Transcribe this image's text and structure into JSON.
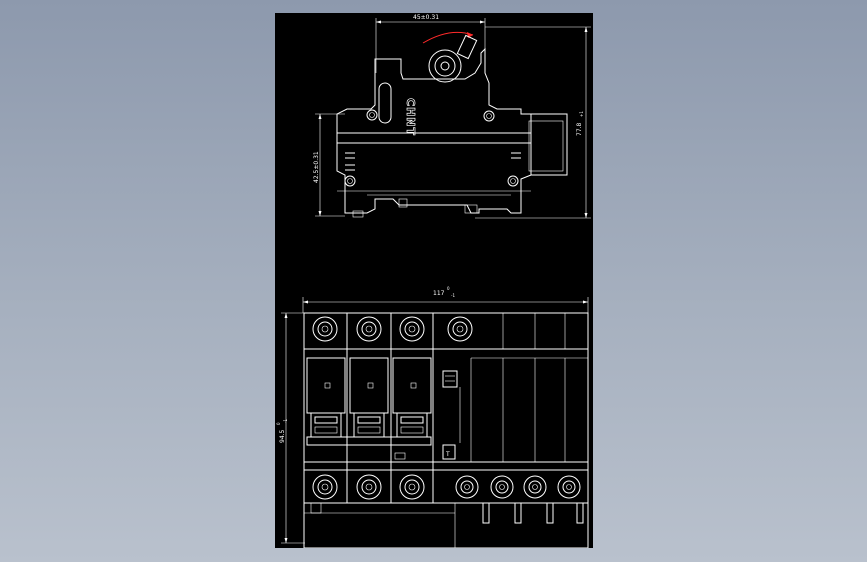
{
  "colors": {
    "viewport_background": "#9aa5b7",
    "sheet": "#000000",
    "lines": "#ffffff",
    "handle_arc": "#ff2a2a"
  },
  "side_view": {
    "brand": "CHNT",
    "dim_top_width": "45±0.31",
    "dim_left_height": "42.5±0.31",
    "dim_right_height": "77.8",
    "dim_right_height_tol": "+1"
  },
  "front_view": {
    "dim_width": "117",
    "dim_width_tol_upper": "0",
    "dim_width_tol_lower": "-1",
    "dim_height": "94.5",
    "dim_height_tol_upper": "0",
    "dim_height_tol_lower": "-1",
    "test_button_label": "T"
  }
}
